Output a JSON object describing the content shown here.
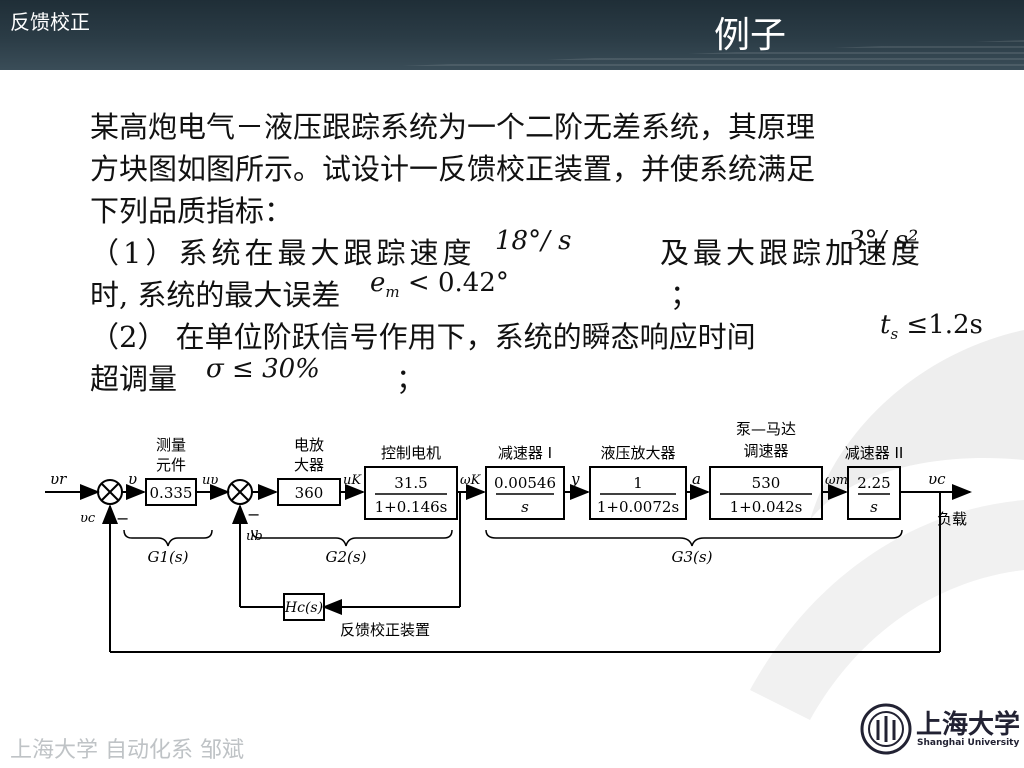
{
  "header": {
    "section": "反馈校正",
    "title": "例子"
  },
  "body": {
    "line1": "某高炮电气－液压跟踪系统为一个二阶无差系统，其原理",
    "line2": "方块图如图所示。试设计一反馈校正装置，并使系统满足",
    "line3": "下列品质指标：",
    "line4a": "（1）系统在最大跟踪速度",
    "line4b": "及最大跟踪加速度",
    "line5a": "时, 系统的最大误差",
    "line5b": "；",
    "line6a": "（2） 在单位阶跃信号作用下，系统的瞬态响应时间",
    "line7a": "超调量",
    "line7b": "；",
    "math_speed": "18°/ s",
    "math_accel": "3°/ s²",
    "math_error": "e",
    "math_error_sub": "m",
    "math_error_rest": " < 0.42°",
    "math_ts": "t",
    "math_ts_sub": "s",
    "math_ts_rest": " ≤1.2s",
    "math_sigma": "σ ≤ 30%"
  },
  "diagram": {
    "labels": {
      "measure_l1": "测量",
      "measure_l2": "元件",
      "amp_l1": "电放",
      "amp_l2": "大器",
      "motor": "控制电机",
      "reducer1": "减速器 I",
      "hyd": "液压放大器",
      "pump_l1": "泵—马达",
      "pump_l2": "调速器",
      "reducer2": "减速器 II",
      "load": "负载",
      "feedback": "反馈校正装置"
    },
    "blocks": {
      "measure": "0.335",
      "amp": "360",
      "motor_num": "31.5",
      "motor_den": "1+0.146s",
      "r1_num": "0.00546",
      "r1_den": "s",
      "hyd_num": "1",
      "hyd_den": "1+0.0072s",
      "pump_num": "530",
      "pump_den": "1+0.042s",
      "r2_num": "2.25",
      "r2_den": "s",
      "hc": "Hc(s)"
    },
    "signals": {
      "vr": "υr",
      "v": "υ",
      "vc_in": "υc",
      "uv": "uυ",
      "uk": "uK",
      "ub": "ub",
      "wk": "ωK",
      "y": "y",
      "a": "a",
      "wm": "ωm",
      "vc_out": "υc",
      "minus1": "−",
      "minus2": "−"
    },
    "groups": {
      "g1": "G1(s)",
      "g2": "G2(s)",
      "g3": "G3(s)"
    }
  },
  "footer": {
    "text": "上海大学  自动化系  邹斌"
  },
  "logo": {
    "cn": "上海大学",
    "en": "Shanghai University"
  },
  "colors": {
    "header": "#2b3c46",
    "text": "#111111",
    "footer": "#bfc3c6"
  }
}
